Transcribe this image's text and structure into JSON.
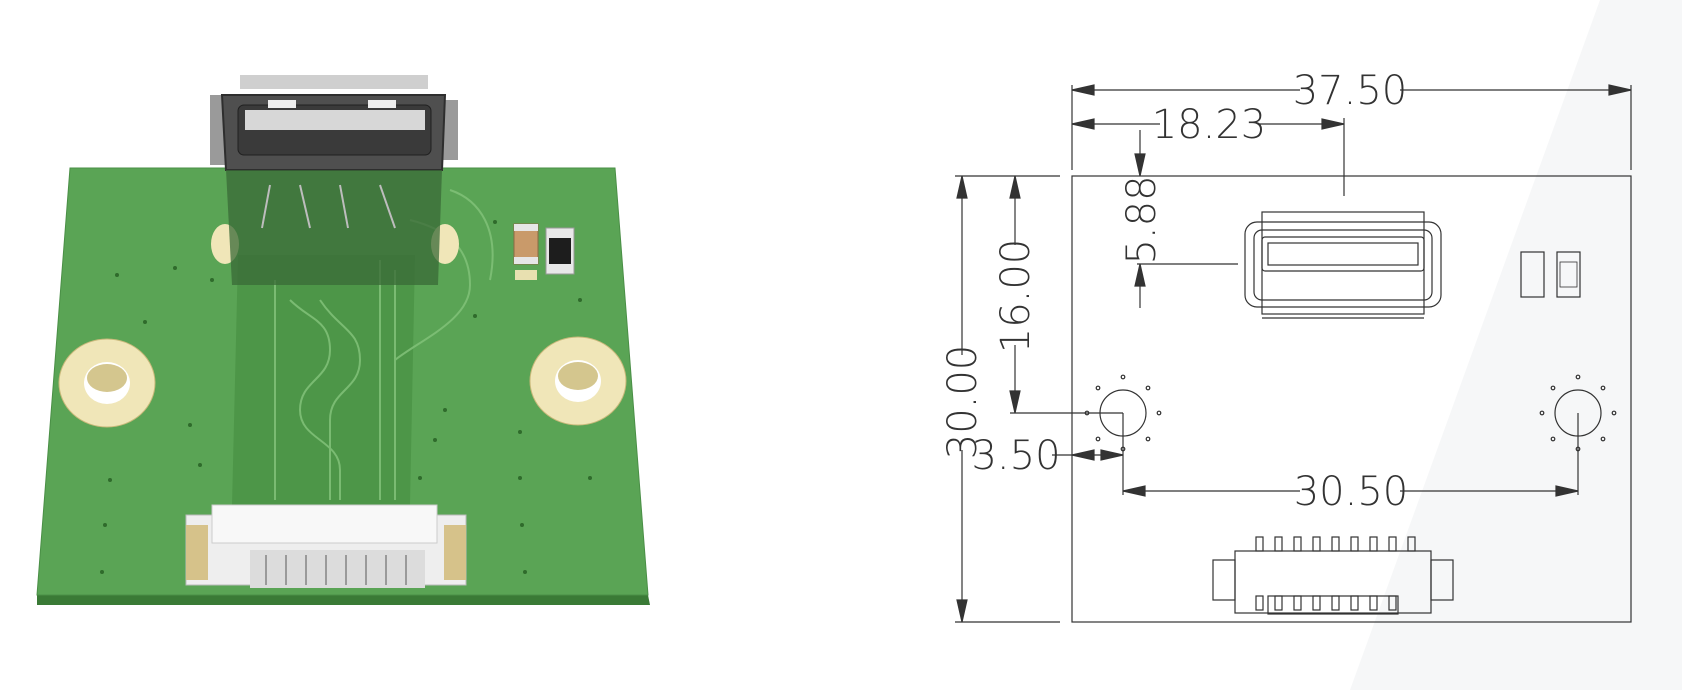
{
  "render": {
    "title": "USB Type-A to 9-pin connector adapter board",
    "views": [
      "3d-render",
      "dimension-drawing"
    ]
  },
  "drawing": {
    "units_note": "",
    "dimensions": {
      "total_width": "37.50",
      "usb_center_x": "18.23",
      "usb_top_offset": "5.88",
      "hole_y_from_top": "16.00",
      "total_height": "30.00",
      "hole_x_from_left": "3.50",
      "hole_spacing": "30.50"
    }
  },
  "colors": {
    "pcb_green": "#5aa455",
    "pcb_edge": "#3e7e3a",
    "pad_gold": "#f0e6b8",
    "silk": "#2d6a2b",
    "line": "#333333"
  }
}
